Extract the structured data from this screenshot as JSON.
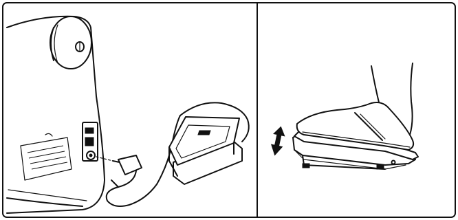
{
  "figure": {
    "panels": [
      {
        "id": "connect-pedal",
        "icon": "plug-connection-illustration"
      },
      {
        "id": "operate-pedal",
        "icon": "foot-press-illustration"
      }
    ],
    "arrow_icon": "up-down-arrow-icon"
  }
}
